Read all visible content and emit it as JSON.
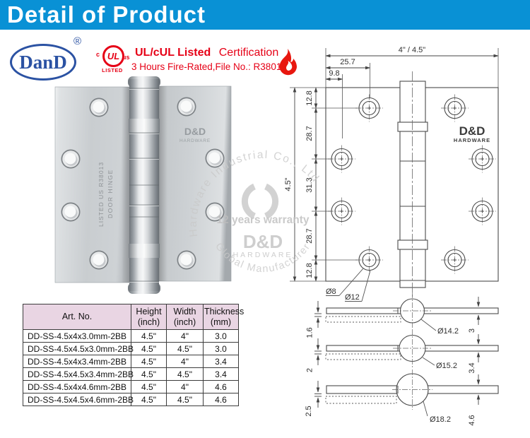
{
  "header": {
    "title": "Detail of Product"
  },
  "branding": {
    "logo_text": "DanD",
    "registered_mark": "®",
    "ul_badge": {
      "c": "c",
      "ul": "UL",
      "us": "us",
      "listed": "LISTED"
    }
  },
  "certification": {
    "title_bold": "UL/cUL Listed",
    "title_regular": "Certification",
    "line2": "3 Hours Fire-Rated,File No.: R38013"
  },
  "photo": {
    "engraving_brand_line1": "D&D",
    "engraving_brand_line2": "HARDWARE",
    "engraving_left_line1": "LISTED US R38013",
    "engraving_left_line2": "DOOR HINGE"
  },
  "watermark": {
    "arc_top": "Hardware Industrial Co., Ltd",
    "line1": "12 years warranty",
    "brand": "D&D",
    "brand_sub": "HARDWARE",
    "arc_bottom": "Global Manufacturer"
  },
  "drawing": {
    "brand_line1": "D&D",
    "brand_line2": "HARDWARE",
    "dim_overall_width": "4\" / 4.5\"",
    "dim_hole_top": "25.7",
    "dim_hole_side": "9.8",
    "dim_left_chain": [
      "12.8",
      "28.7",
      "31.3",
      "28.7",
      "12.8"
    ],
    "dim_overall_height": "4.5\"",
    "label_hole_inner": "Ø8",
    "label_hole_outer": "Ø12"
  },
  "cross_sections": [
    {
      "thickness_left": "1.6",
      "diameter": "Ø14.2",
      "thickness_right": "3"
    },
    {
      "thickness_left": "2",
      "diameter": "Ø15.2",
      "thickness_right": "3.4"
    },
    {
      "thickness_left": "2.5",
      "diameter": "Ø18.2",
      "thickness_right": "4.6"
    }
  ],
  "table": {
    "headers": [
      {
        "label": "Art. No.",
        "unit": ""
      },
      {
        "label": "Height",
        "unit": "(inch)"
      },
      {
        "label": "Width",
        "unit": "(inch)"
      },
      {
        "label": "Thickness",
        "unit": "(mm)"
      }
    ],
    "rows": [
      [
        "DD-SS-4.5x4x3.0mm-2BB",
        "4.5\"",
        "4\"",
        "3.0"
      ],
      [
        "DD-SS-4.5x4.5x3.0mm-2BB",
        "4.5\"",
        "4.5\"",
        "3.0"
      ],
      [
        "DD-SS-4.5x4x3.4mm-2BB",
        "4.5\"",
        "4\"",
        "3.4"
      ],
      [
        "DD-SS-4.5x4.5x3.4mm-2BB",
        "4.5\"",
        "4.5\"",
        "3.4"
      ],
      [
        "DD-SS-4.5x4x4.6mm-2BB",
        "4.5\"",
        "4\"",
        "4.6"
      ],
      [
        "DD-SS-4.5x4.5x4.6mm-2BB",
        "4.5\"",
        "4.5\"",
        "4.6"
      ]
    ]
  },
  "colors": {
    "header_bg": "#0991d5",
    "brand_blue": "#2b52a3",
    "accent_red": "#e60016",
    "table_header_bg": "#e9d5e3",
    "watermark_gray": "#c8c8c8"
  }
}
